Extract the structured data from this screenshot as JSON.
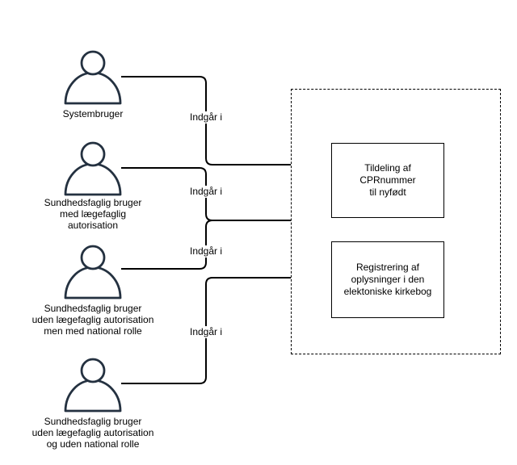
{
  "colors": {
    "background": "#ffffff",
    "actor_stroke": "#243140",
    "connector": "#000000",
    "box_border": "#000000",
    "text": "#000000"
  },
  "actors": [
    {
      "label": "Systembruger",
      "connector_label": "Indgår i"
    },
    {
      "label": "Sundhedsfaglig bruger\nmed lægefaglig\nautorisation",
      "connector_label": "Indgår i"
    },
    {
      "label": "Sundhedsfaglig bruger\nuden lægefaglig autorisation\nmen med national rolle",
      "connector_label": "Indgår i"
    },
    {
      "label": "Sundhedsfaglig bruger\nuden lægefaglig autorisation\nog uden national rolle",
      "connector_label": "Indgår i"
    }
  ],
  "use_cases": [
    {
      "label": "Tildeling af\nCPRnummer\ntil nyfødt"
    },
    {
      "label": "Registrering af\noplysninger i den\nelektoniske kirkebog"
    }
  ]
}
